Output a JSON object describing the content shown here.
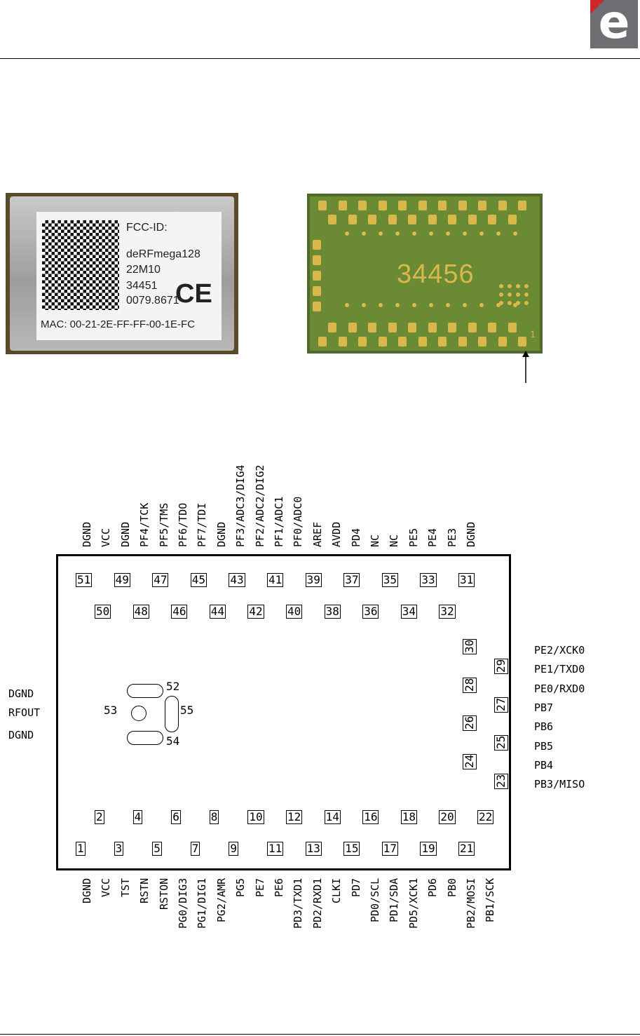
{
  "logo": {
    "icon": "dresden-elektronik-e-logo-icon",
    "glyph": "e",
    "accent": "#d3242b",
    "bg": "#6d6e71"
  },
  "front_label": {
    "fcc": "FCC-ID:",
    "model": "deRFmega128",
    "rev": "22M10",
    "id": "34451",
    "lot": "0079.8671",
    "ce": "CE",
    "mac": "MAC: 00-21-2E-FF-FF-00-1E-FC"
  },
  "back_board": {
    "code": "34456",
    "pin1": "1"
  },
  "top_labels": [
    "DGND",
    "VCC",
    "DGND",
    "PF4/TCK",
    "PF5/TMS",
    "PF6/TDO",
    "PF7/TDI",
    "DGND",
    "PF3/ADC3/DIG4",
    "PF2/ADC2/DIG2",
    "PF1/ADC1",
    "PF0/ADC0",
    "AREF",
    "AVDD",
    "PD4",
    "NC",
    "NC",
    "PE5",
    "PE4",
    "PE3",
    "DGND"
  ],
  "top_outer_pins": [
    "51",
    "49",
    "47",
    "45",
    "43",
    "41",
    "39",
    "37",
    "35",
    "33",
    "31"
  ],
  "top_inner_pins": [
    "50",
    "48",
    "46",
    "44",
    "42",
    "40",
    "38",
    "36",
    "34",
    "32"
  ],
  "bottom_inner_pins": [
    "2",
    "4",
    "6",
    "8",
    "10",
    "12",
    "14",
    "16",
    "18",
    "20",
    "22"
  ],
  "bottom_outer_pins": [
    "1",
    "3",
    "5",
    "7",
    "9",
    "11",
    "13",
    "15",
    "17",
    "19",
    "21"
  ],
  "bottom_labels": [
    "DGND",
    "VCC",
    "TST",
    "RSTN",
    "RSTON",
    "PG0/DIG3",
    "PG1/DIG1",
    "PG2/AMR",
    "PG5",
    "PE7",
    "PE6",
    "PD3/TXD1",
    "PD2/RXD1",
    "CLKI",
    "PD7",
    "PD0/SCL",
    "PD1/SDA",
    "PD5/XCK1",
    "PD6",
    "PB0",
    "PB2/MOSI",
    "PB1/SCK"
  ],
  "right_inner_pins": [
    "30",
    "28",
    "26",
    "24"
  ],
  "right_outer_pins": [
    "29",
    "27",
    "25",
    "23"
  ],
  "right_labels": [
    "PE2/XCK0",
    "PE1/TXD0",
    "PE0/RXD0",
    "PB7",
    "PB6",
    "PB5",
    "PB4",
    "PB3/MISO"
  ],
  "left_labels": [
    "DGND",
    "RFOUT",
    "DGND"
  ],
  "rf_pads": {
    "top": "52",
    "center": "53",
    "bottom": "54",
    "right": "55"
  }
}
